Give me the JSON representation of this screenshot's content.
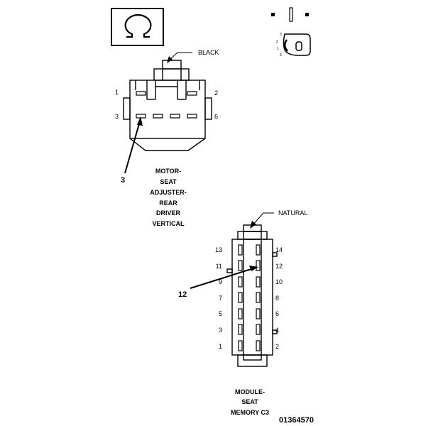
{
  "connector_a": {
    "color_label": "BLACK",
    "pins": {
      "p1": "1",
      "p2": "2",
      "p3": "3",
      "p6": "6"
    },
    "callout": "3",
    "caption": [
      "MOTOR-",
      "SEAT",
      "ADJUSTER-",
      "REAR",
      "DRIVER",
      "VERTICAL"
    ]
  },
  "connector_b": {
    "color_label": "NATURAL",
    "pins_left": [
      "13",
      "11",
      "9",
      "7",
      "5",
      "3",
      "1"
    ],
    "pins_right": [
      "14",
      "12",
      "10",
      "8",
      "6",
      "4",
      "2"
    ],
    "callout": "12",
    "caption": [
      "MODULE-",
      "SEAT",
      "MEMORY C3"
    ]
  },
  "key_view": {
    "numbers": [
      "3",
      "2",
      "1",
      "6"
    ]
  },
  "figure_id": "01364570"
}
